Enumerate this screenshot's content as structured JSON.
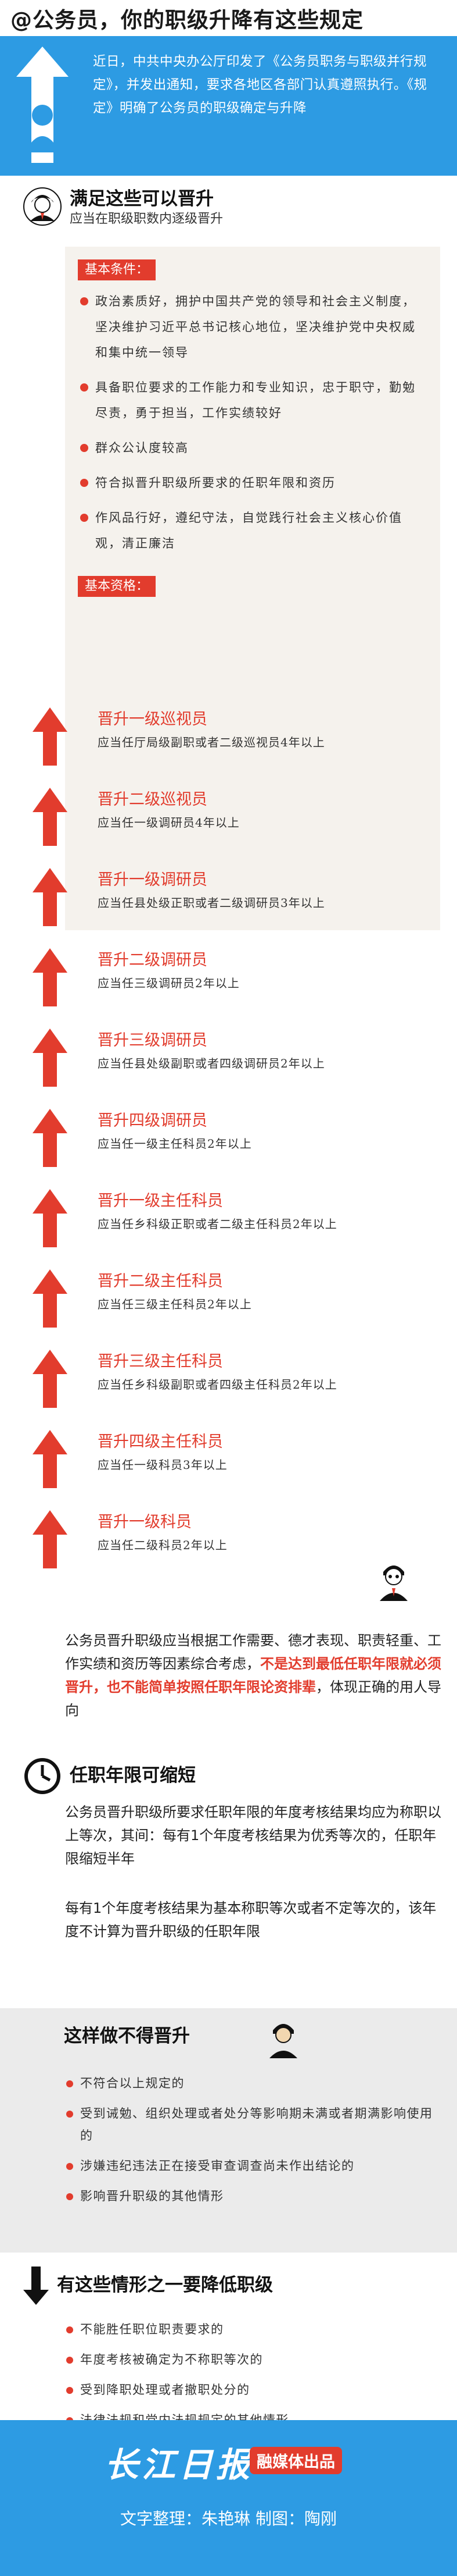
{
  "title": "@公务员，你的职级升降有这些规定",
  "intro": "近日，中共中央办公厅印发了《公务员职务与职级并行规定》，并发出通知，要求各地区各部门认真遵照执行。《规定》明确了公务员的职级确定与升降",
  "promotion": {
    "heading": "满足这些可以晋升",
    "subheading": "应当在职级职数内逐级晋升",
    "basic_conditions_label": "基本条件：",
    "basic_conditions": [
      "政治素质好，拥护中国共产党的领导和社会主义制度，坚决维护习近平总书记核心地位，坚决维护党中央权威和集中统一领导",
      "具备职位要求的工作能力和专业知识，忠于职守，勤勉尽责，勇于担当，工作实绩较好",
      "群众公认度较高",
      "符合拟晋升职级所要求的任职年限和资历",
      "作风品行好，遵纪守法，自觉践行社会主义核心价值观，清正廉洁"
    ],
    "qualifications_label": "基本资格：",
    "qualifications": [
      {
        "title": "晋升一级巡视员",
        "req": "应当任厅局级副职或者二级巡视员4年以上"
      },
      {
        "title": "晋升二级巡视员",
        "req": "应当任一级调研员4年以上"
      },
      {
        "title": "晋升一级调研员",
        "req": "应当任县处级正职或者二级调研员3年以上"
      },
      {
        "title": "晋升二级调研员",
        "req": "应当任三级调研员2年以上"
      },
      {
        "title": "晋升三级调研员",
        "req": "应当任县处级副职或者四级调研员2年以上"
      },
      {
        "title": "晋升四级调研员",
        "req": "应当任一级主任科员2年以上"
      },
      {
        "title": "晋升一级主任科员",
        "req": "应当任乡科级正职或者二级主任科员2年以上"
      },
      {
        "title": "晋升二级主任科员",
        "req": "应当任三级主任科员2年以上"
      },
      {
        "title": "晋升三级主任科员",
        "req": "应当任乡科级副职或者四级主任科员2年以上"
      },
      {
        "title": "晋升四级主任科员",
        "req": "应当任一级科员3年以上"
      },
      {
        "title": "晋升一级科员",
        "req": "应当任二级科员2年以上"
      }
    ],
    "summary_pre": "公务员晋升职级应当根据工作需要、德才表现、职责轻重、工作实绩和资历等因素综合考虑，",
    "summary_red": "不是达到最低任职年限就必须晋升，也不能简单按照任职年限论资排辈",
    "summary_post": "，体现正确的用人导向"
  },
  "tenure": {
    "heading": "任职年限可缩短",
    "p1": "公务员晋升职级所要求任职年限的年度考核结果均应为称职以上等次，其间：每有1个年度考核结果为优秀等次的，任职年限缩短半年",
    "p2": "每有1个年度考核结果为基本称职等次或者不定等次的，该年度不计算为晋升职级的任职年限"
  },
  "no_promotion": {
    "heading": "这样做不得晋升",
    "items": [
      "不符合以上规定的",
      "受到诫勉、组织处理或者处分等影响期未满或者期满影响使用的",
      "涉嫌违纪违法正在接受审查调查尚未作出结论的",
      "影响晋升职级的其他情形"
    ]
  },
  "demotion": {
    "heading": "有这些情形之一要降低职级",
    "items": [
      "不能胜任职位职责要求的",
      "年度考核被确定为不称职等次的",
      "受到降职处理或者撤职处分的",
      "法律法规和党内法规规定的其他情形"
    ]
  },
  "footer": {
    "brand": "长江日报",
    "badge": "融媒体出品",
    "credits": "文字整理：朱艳琳  制图：陶刚"
  },
  "colors": {
    "accent_red": "#e23c2d",
    "brand_blue": "#2d9be3",
    "panel_beige": "#f5f2ed",
    "gray_block": "#ebebeb"
  },
  "icons": [
    "up-arrow-icon",
    "person-icon",
    "official-icon",
    "clock-icon",
    "down-arrow-icon"
  ]
}
